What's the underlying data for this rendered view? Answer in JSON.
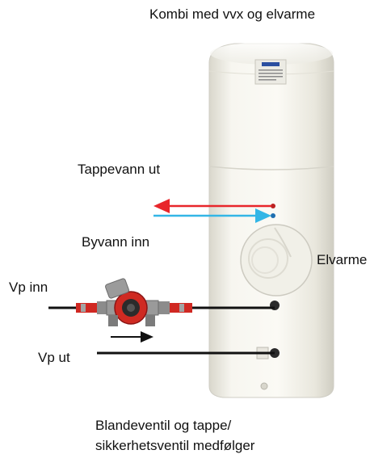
{
  "labels": {
    "title": "Kombi med vvx og elvarme",
    "tappevann_ut": "Tappevann ut",
    "byvann_inn": "Byvann inn",
    "elvarme": "Elvarme",
    "vp_inn": "Vp inn",
    "vp_ut": "Vp ut",
    "note_line1": "Blandeventil og tappe/",
    "note_line2": "sikkerhetsventil medfølger"
  },
  "colors": {
    "hot_arrow": "#e8262b",
    "cold_arrow": "#33b6e6",
    "pipe": "#111111",
    "tank_body": "#f3f2ea",
    "valve_red": "#d02822"
  }
}
